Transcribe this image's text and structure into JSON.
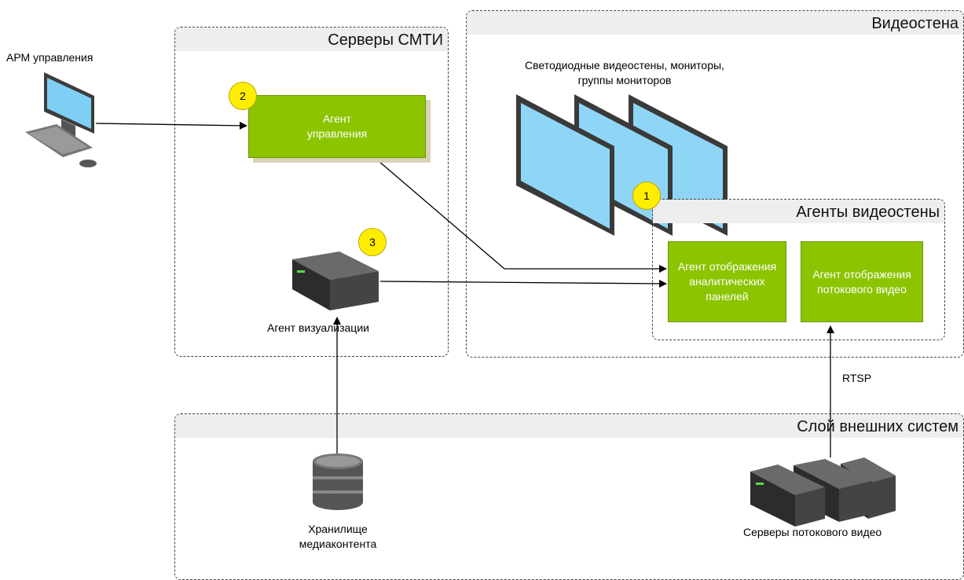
{
  "groups": {
    "servers": "Серверы СМТИ",
    "videowall": "Видеостена",
    "wall_agents": "Агенты видеостены",
    "external": "Слой внешних систем"
  },
  "nodes": {
    "workstation": "АРМ управления",
    "control_agent": "Агент управления",
    "viz_agent": "Агент визуализации",
    "displays": "Светодиодные видеостены, мониторы, группы мониторов",
    "analytics_agent": "Агент отображения аналитических панелей",
    "stream_agent": "Агент отображения потокового видео",
    "media_storage": "Хранилище медиаконтента",
    "stream_servers": "Серверы потокового видео"
  },
  "badges": {
    "b1": "1",
    "b2": "2",
    "b3": "3"
  },
  "edges": {
    "rtsp": "RTSP"
  },
  "colors": {
    "agent_fill": "#8cc400",
    "badge_fill": "#ffee00",
    "group_header": "#eeeeee"
  },
  "icons": [
    "desktop-computer-icon",
    "server-icon",
    "monitor-icon",
    "database-icon",
    "server-stack-icon"
  ]
}
